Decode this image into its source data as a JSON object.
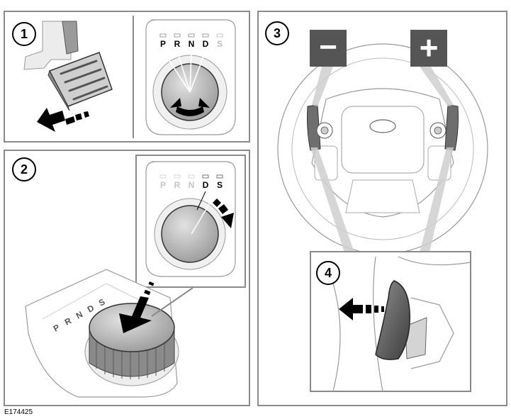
{
  "figure_code": "E174425",
  "steps": [
    "1",
    "2",
    "3",
    "4"
  ],
  "panel1": {
    "gear_labels": [
      "P",
      "R",
      "N",
      "D",
      "S"
    ],
    "icons": [
      "brake-pedal-icon",
      "push-arrow-icon",
      "rotary-knob-icon",
      "rotate-arrow-icon"
    ]
  },
  "panel2": {
    "gear_labels": [
      "P",
      "R",
      "N",
      "D",
      "S"
    ],
    "console_labels": [
      "P",
      "R",
      "N",
      "D",
      "S"
    ],
    "icons": [
      "rotary-knob-icon",
      "press-down-arrow-icon",
      "rotate-clockwise-arrow-icon"
    ]
  },
  "panel3": {
    "left_paddle_symbol": "−",
    "right_paddle_symbol": "+",
    "icons": [
      "steering-wheel-icon",
      "paddle-shifter-icon"
    ]
  },
  "panel4": {
    "icons": [
      "paddle-shifter-icon",
      "pull-arrow-icon"
    ]
  },
  "colors": {
    "stroke": "#000000",
    "frame": "#8a8a8a",
    "shade": "#d6d6d6",
    "dark": "#595959",
    "paddle_box": "#555555"
  }
}
